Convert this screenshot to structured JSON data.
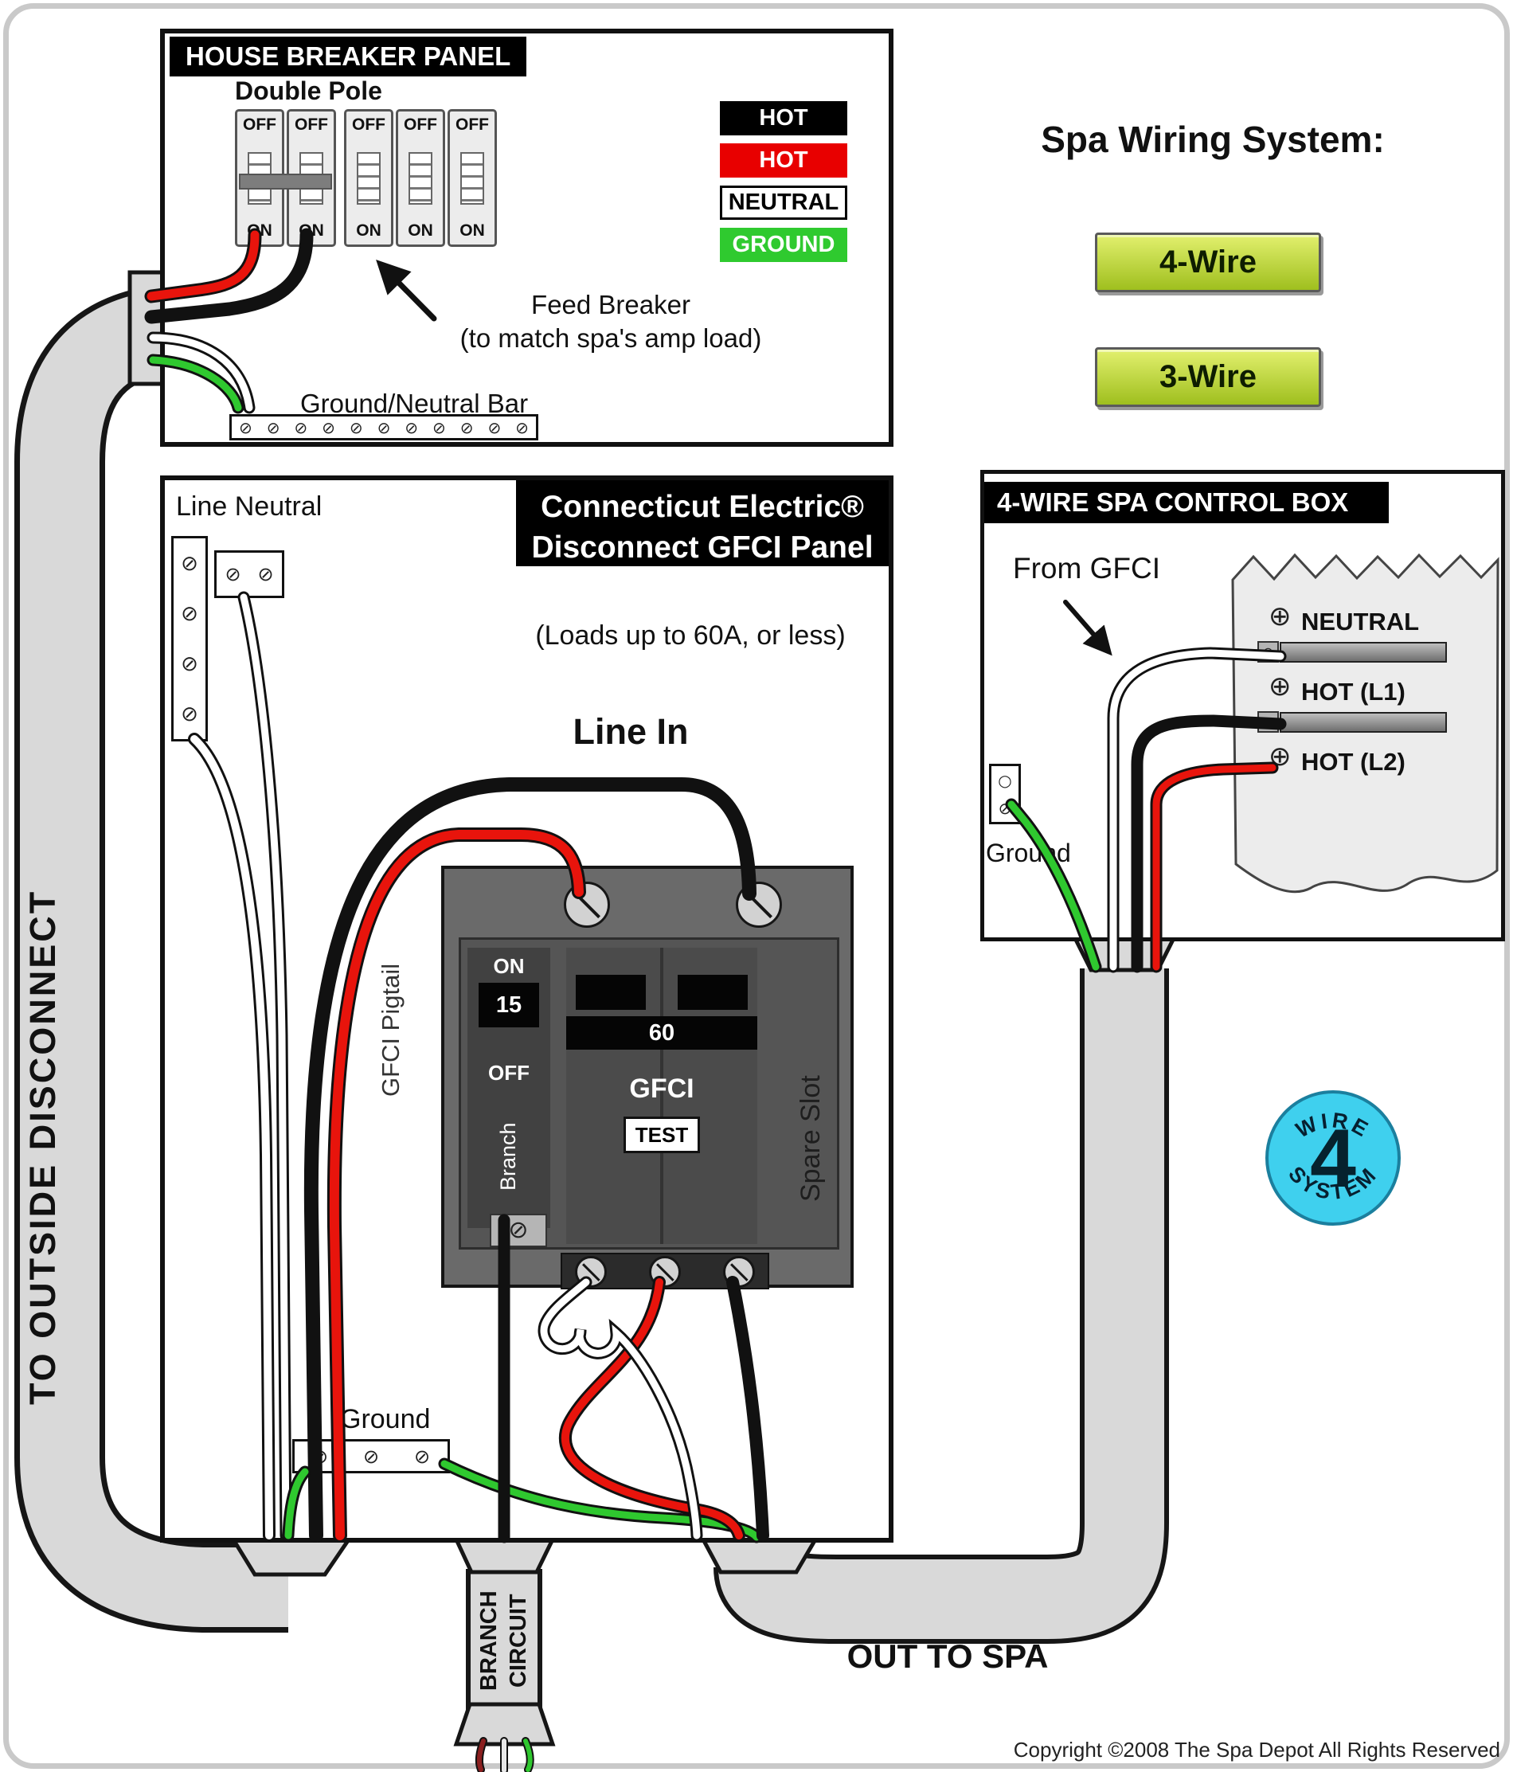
{
  "house_panel": {
    "title": "HOUSE BREAKER PANEL",
    "double_pole_label": "Double Pole",
    "off": "OFF",
    "on": "ON",
    "legend": [
      {
        "label": "HOT",
        "color": "#000000"
      },
      {
        "label": "HOT",
        "color": "#ee0000"
      },
      {
        "label": "NEUTRAL",
        "color": "#ffffff"
      },
      {
        "label": "GROUND",
        "color": "#2fca2f"
      }
    ],
    "feed_breaker_note_line1": "Feed Breaker",
    "feed_breaker_note_line2": "(to match spa's amp load)",
    "ground_neutral_bar_label": "Ground/Neutral Bar"
  },
  "spa_wiring_system": {
    "title": "Spa Wiring System:",
    "four_wire_button": "4-Wire",
    "three_wire_button": "3-Wire"
  },
  "gfci_panel": {
    "title_line1": "Connecticut Electric®",
    "title_line2": "Disconnect GFCI Panel",
    "line_neutral_label": "Line Neutral",
    "loads_note": "(Loads up to 60A, or less)",
    "line_in_label": "Line In",
    "gfci_pigtail_label": "GFCI Pigtail",
    "branch_breaker": {
      "on": "ON",
      "rating": "15",
      "off": "OFF",
      "label": "Branch"
    },
    "main_breaker": {
      "rating": "60",
      "label": "GFCI",
      "test_button": "TEST"
    },
    "spare_slot_label": "Spare Slot",
    "ground_label": "Ground"
  },
  "spa_control_box": {
    "title": "4-WIRE SPA CONTROL BOX",
    "from_gfci_label": "From GFCI",
    "terminals": [
      {
        "label": "NEUTRAL"
      },
      {
        "label": "HOT (L1)"
      },
      {
        "label": "HOT (L2)"
      }
    ],
    "ground_label": "Ground"
  },
  "conduit_labels": {
    "to_outside_disconnect": "TO OUTSIDE DISCONNECT",
    "branch_circuit_line1": "BRANCH",
    "branch_circuit_line2": "CIRCUIT",
    "out_to_spa": "OUT TO SPA"
  },
  "wire_badge": {
    "top": "WIRE",
    "number": "4",
    "bottom": "SYSTEM"
  },
  "footer": {
    "copyright": "Copyright ©2008 The Spa Depot All Rights Reserved"
  },
  "icons": {
    "screw_slash": "⊘",
    "screw_torx": "⊕",
    "hole": "○"
  },
  "colors": {
    "hot_black": "#111111",
    "hot_red": "#e8140c",
    "neutral_white": "#ffffff",
    "ground_green": "#2fc82f",
    "conduit_gray": "#d9d9d9",
    "panel_gray": "#6a6a6a",
    "button_green": "#b8d435",
    "badge_cyan": "#3fd0ee"
  }
}
